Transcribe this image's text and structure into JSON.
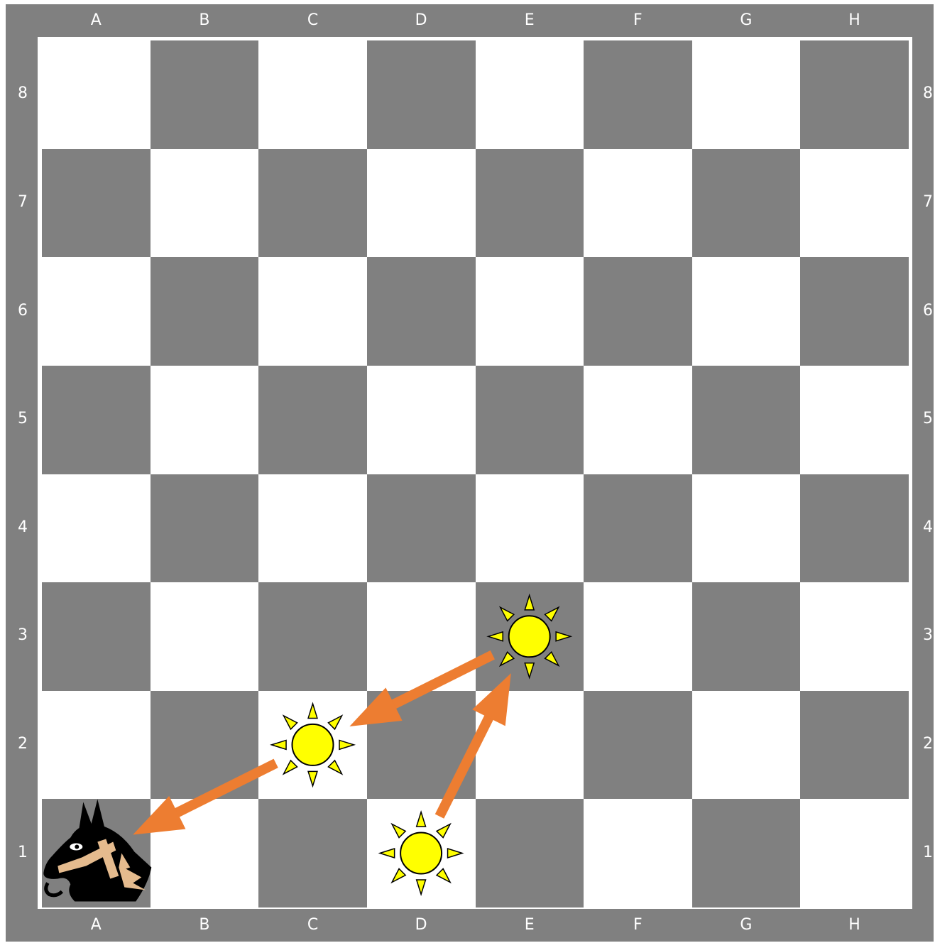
{
  "board": {
    "files": [
      "A",
      "B",
      "C",
      "D",
      "E",
      "F",
      "G",
      "H"
    ],
    "ranks": [
      "8",
      "7",
      "6",
      "5",
      "4",
      "3",
      "2",
      "1"
    ],
    "colors": {
      "dark": "#808080",
      "light": "#ffffff",
      "frame": "#808080",
      "coordinates": "#ffffff"
    }
  },
  "pieces": [
    {
      "type": "knight",
      "color": "black",
      "square": "a1",
      "icon": "black-knight-icon"
    },
    {
      "type": "sun",
      "square": "c2",
      "icon": "sun-icon",
      "fill": "#ffff00"
    },
    {
      "type": "sun",
      "square": "d1",
      "icon": "sun-icon",
      "fill": "#ffff00"
    },
    {
      "type": "sun",
      "square": "e3",
      "icon": "sun-icon",
      "fill": "#ffff00"
    }
  ],
  "arrows": [
    {
      "from": "d1",
      "to": "e3",
      "color": "#ed7d31"
    },
    {
      "from": "e3",
      "to": "c2",
      "color": "#ed7d31"
    },
    {
      "from": "c2",
      "to": "a1",
      "color": "#ed7d31"
    }
  ]
}
